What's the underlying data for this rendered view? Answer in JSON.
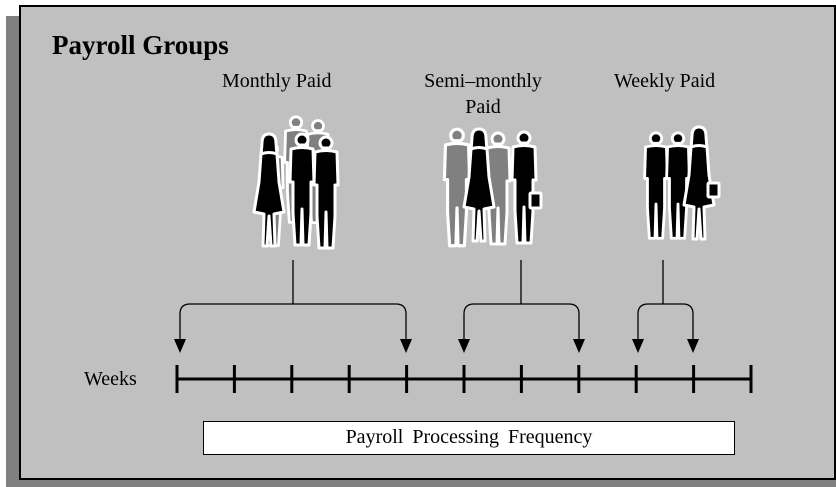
{
  "diagram": {
    "title": "Payroll Groups",
    "groups": [
      {
        "id": "monthly",
        "label": "Monthly Paid"
      },
      {
        "id": "semimonthly",
        "label": "Semi–monthly Paid"
      },
      {
        "id": "weekly",
        "label": "Weekly Paid"
      }
    ],
    "timeline": {
      "label": "Weeks",
      "tick_count": 11
    },
    "footer": "Payroll Processing Frequency",
    "colors": {
      "background": "#c0c0c0",
      "shadow": "#808080",
      "dark_figure": "#000000",
      "light_figure": "#808080"
    }
  }
}
